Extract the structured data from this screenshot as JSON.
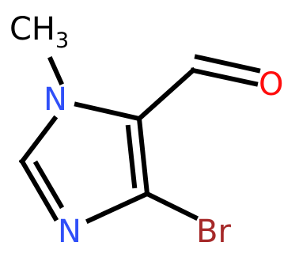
{
  "molecule": {
    "atoms": {
      "methyl_c": "CH",
      "methyl_sub": "3",
      "n1": "N",
      "n3": "N",
      "br": "Br",
      "o": "O"
    },
    "colors": {
      "bond": "#000000",
      "carbon": "#000000",
      "nitrogen": "#3050f8",
      "oxygen": "#ff0d0d",
      "bromine": "#a62929"
    }
  }
}
